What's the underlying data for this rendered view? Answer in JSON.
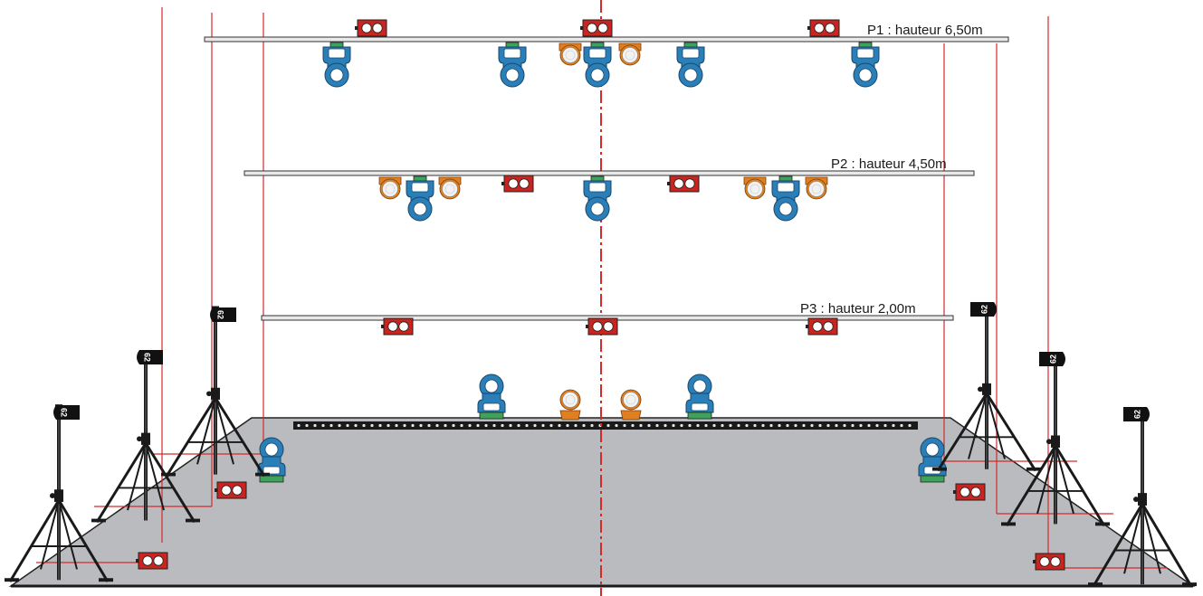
{
  "diagram": {
    "trusses": [
      {
        "id": "p1",
        "label": "P1 : hauteur 6,50m"
      },
      {
        "id": "p2",
        "label": "P2 : hauteur 4,50m"
      },
      {
        "id": "p3",
        "label": "P3 : hauteur 2,00m"
      }
    ],
    "par_label": "62",
    "colors": {
      "stage_floor": "#b9bbbe",
      "moving_head": "#2b7fb9",
      "moving_head_dark": "#1f5f90",
      "wash": "#e07f1f",
      "blinder": "#c9241f",
      "guide_lines": "#d42a2a",
      "truss": "#e9e9e9",
      "stand": "#1a1a1a"
    },
    "icons": {
      "moving_head": "moving-head-icon",
      "wash": "wash-light-icon",
      "blinder": "blinder-icon",
      "par": "par-can-icon",
      "stand": "lighting-stand-icon"
    }
  }
}
